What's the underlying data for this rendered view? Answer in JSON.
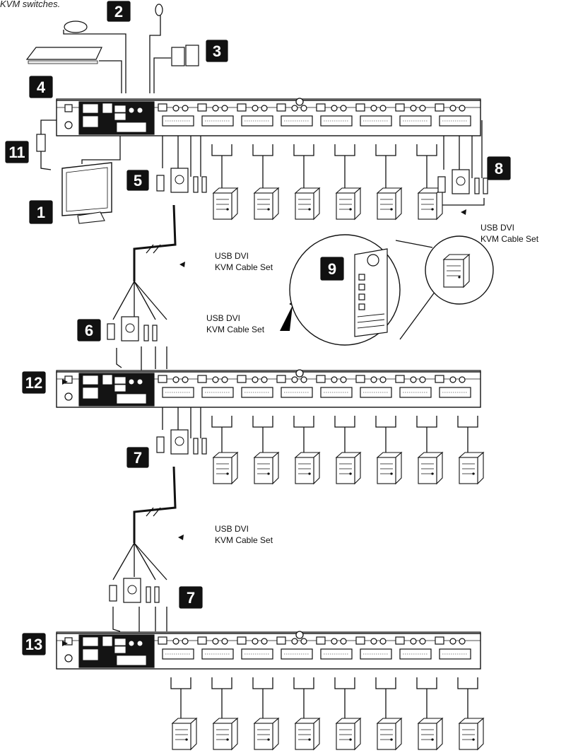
{
  "caption": "KVM switches.",
  "callouts": [
    "2",
    "3",
    "4",
    "11",
    "1",
    "5",
    "8",
    "9",
    "6",
    "12",
    "7",
    "7",
    "13"
  ],
  "cable_labels": [
    [
      "USB DVI",
      "KVM Cable Set"
    ],
    [
      "USB DVI",
      "KVM Cable Set"
    ],
    [
      "USB DVI",
      "KVM Cable Set"
    ],
    [
      "USB DVI",
      "KVM Cable Set"
    ]
  ],
  "colors": {
    "ink": "#111111",
    "panel": "#141414",
    "port": "#ffffff",
    "computer": "#ffffff"
  },
  "icons": [
    "mouse-icon",
    "keyboard-icon",
    "microphone-icon",
    "speakers-icon",
    "monitor-icon",
    "power-adapter-icon",
    "computer-tower-icon",
    "kvm-switch-icon",
    "cable-set-icon"
  ]
}
